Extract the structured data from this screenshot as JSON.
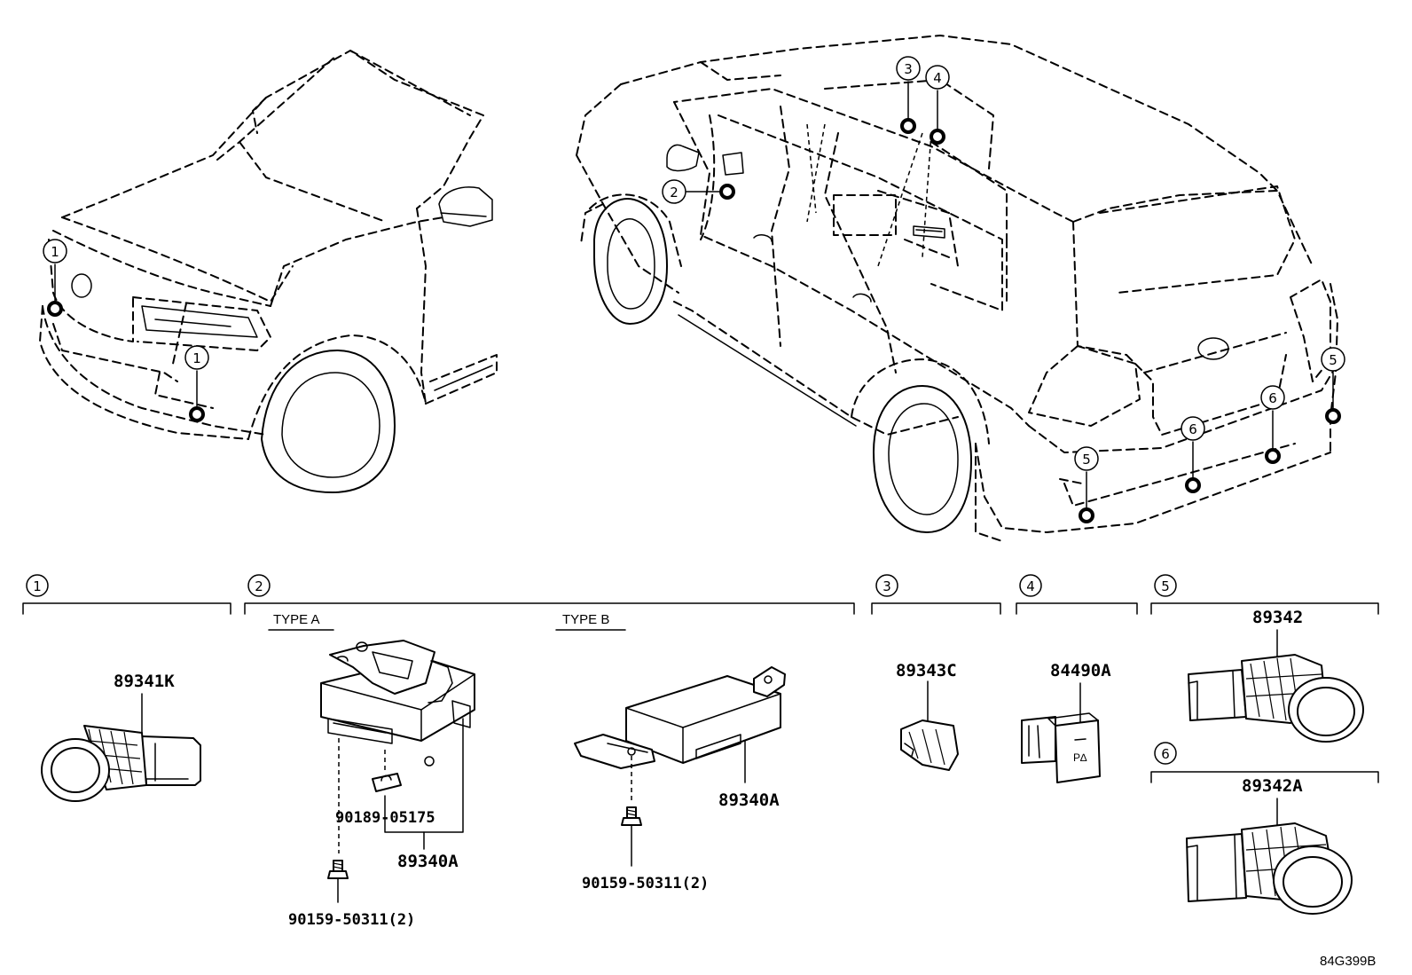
{
  "diagram": {
    "code": "84G399B",
    "callouts": [
      "1",
      "2",
      "3",
      "4",
      "5",
      "6"
    ],
    "types": {
      "a": "TYPE A",
      "b": "TYPE B"
    },
    "parts": {
      "front_sensor": "89341K",
      "computer_type_a": "89340A",
      "computer_type_b": "89340A",
      "nut_type_a": "90189-05175",
      "bolt_type_a": "90159-50311(2)",
      "bolt_type_b": "90159-50311(2)",
      "interior_sensor": "89343C",
      "switch": "84490A",
      "rear_corner_sensor": "89342",
      "rear_center_sensor": "89342A"
    },
    "switch_face_text": "P∆"
  }
}
